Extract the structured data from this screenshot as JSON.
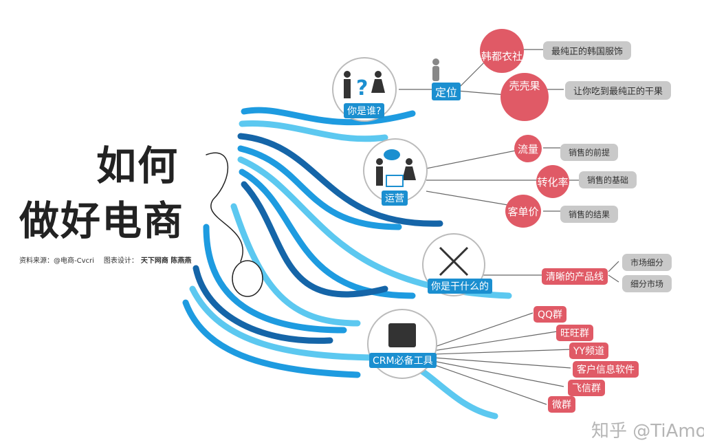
{
  "title": {
    "line1": "如何",
    "line2": "做好电商"
  },
  "credits": {
    "source": "资料来源：@电商-Cvcri",
    "design_label": "图表设计：",
    "designer": "天下网商 陈燕燕"
  },
  "colors": {
    "blue_dark": "#1565a8",
    "blue": "#1e9be0",
    "blue_light": "#5cc8f0",
    "red": "#e05a66",
    "grey": "#c9c9c9"
  },
  "sections": {
    "who": {
      "hub": "你是谁?",
      "position": "定位",
      "items": [
        {
          "circle": "韩都衣社",
          "desc": "最纯正的韩国服饰"
        },
        {
          "circle": "壳壳果",
          "desc": "让你吃到最纯正的干果"
        }
      ]
    },
    "ops": {
      "hub": "运营",
      "items": [
        {
          "circle": "流量",
          "desc": "销售的前提"
        },
        {
          "circle": "转化率",
          "desc": "销售的基础"
        },
        {
          "circle": "客单价",
          "desc": "销售的结果"
        }
      ]
    },
    "what": {
      "hub": "你是干什么的",
      "node": "清晰的产品线",
      "items": [
        "市场细分",
        "细分市场"
      ]
    },
    "crm": {
      "hub": "CRM必备工具",
      "items": [
        "QQ群",
        "旺旺群",
        "YY频道",
        "客户信息软件",
        "飞信群",
        "微群"
      ]
    }
  },
  "watermark": "知乎 @TiAmo"
}
